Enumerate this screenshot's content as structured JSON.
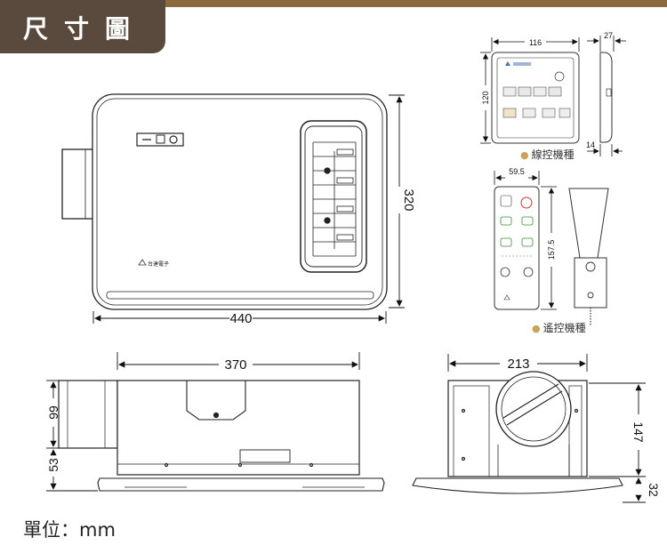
{
  "title": "尺寸圖",
  "unit_label": "單位：mm",
  "dimensions": {
    "width_top": "440",
    "height_top": "320",
    "length_side": "370",
    "side_upper": "99",
    "side_lower": "53",
    "front_width": "213",
    "front_height": "147",
    "front_bottom": "32",
    "wall_width": "116",
    "wall_height": "120",
    "wall_depth": "27",
    "wall_side": "14",
    "remote_width": "59.5",
    "remote_height": "157.5"
  },
  "captions": {
    "wall_controller": "線控機種",
    "remote_controller": "遙控機種"
  },
  "brand": "台達電子",
  "colors": {
    "header_tab": "#5a4a3d",
    "header_line": "#8b6a3e",
    "caption_dot": "#c9a35b"
  }
}
